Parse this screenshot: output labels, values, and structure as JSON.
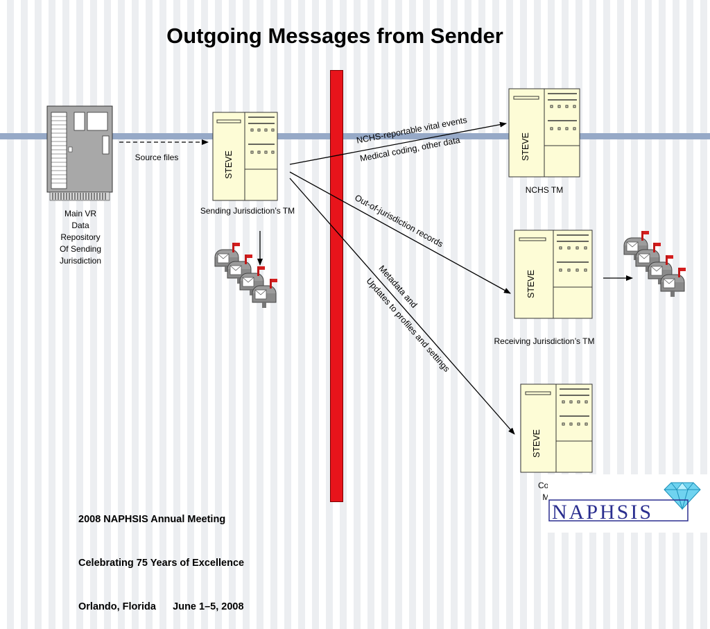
{
  "title": "Outgoing Messages from Sender",
  "server": {
    "label_lines": [
      "Main VR",
      "Data",
      "Repository",
      "Of Sending",
      "Jurisdiction"
    ]
  },
  "source_files_label": "Source files",
  "steve_label": "STEVE",
  "tm": {
    "sending": "Sending Jurisdiction’s TM",
    "nchs": "NCHS TM",
    "receiving": "Receiving Jurisdiction’s TM",
    "controller": "Controller Module"
  },
  "arrows": {
    "nchs_line1": "NCHS-reportable vital events",
    "nchs_line2": "Medical coding, other data",
    "out_of_jurisdiction": "Out-of-jurisdiction records",
    "metadata_line1": "Metadata and",
    "metadata_line2": "Updates to profiles and settings"
  },
  "footer": {
    "line1": "2008 NAPHSIS Annual Meeting",
    "line2": "Celebrating 75 Years of Excellence",
    "line3": "Orlando, Florida      June 1–5, 2008"
  },
  "logo_text": "NAPHSIS",
  "colors": {
    "red_bar": "#e8141b",
    "blue_band": "#96a9c7",
    "tm_fill": "#fdfcd6",
    "logo_blue": "#2a2e8f",
    "diamond": "#6fd3f0"
  },
  "icons": [
    "server-icon",
    "mailbox-icon",
    "diamond-icon"
  ]
}
